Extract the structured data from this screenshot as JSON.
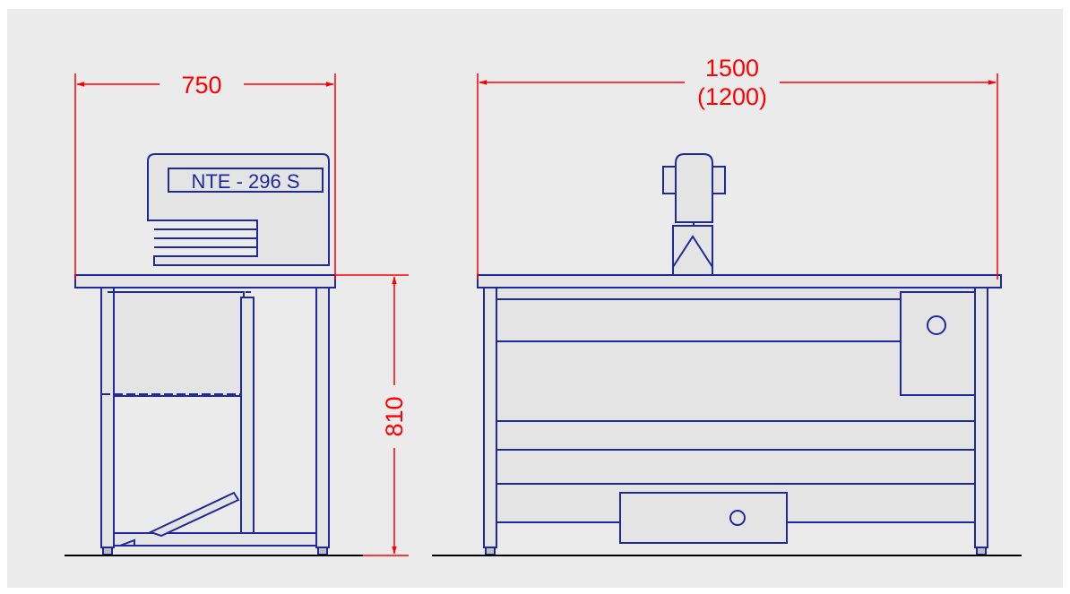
{
  "diagram": {
    "machine_label": "NTE - 296 S",
    "dimensions": {
      "side_width": "750",
      "front_width": "1500",
      "front_width_alt": "(1200)",
      "height": "810"
    }
  },
  "colors": {
    "background_panel": "#ebebeb",
    "outline": "#1e2a9c",
    "fill": "#e4e4e4",
    "dimension": "#ff0000",
    "ground": "#000000",
    "text": "#1e2a9c"
  }
}
